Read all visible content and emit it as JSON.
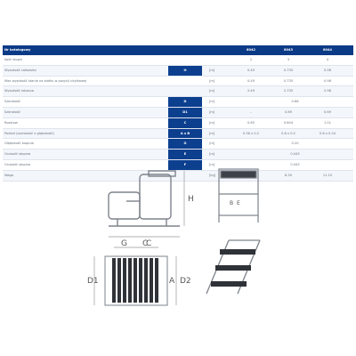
{
  "table": {
    "header": {
      "label": "Nr katalogowy",
      "v1": "8042",
      "v2": "8043",
      "v3": "8044"
    },
    "rows": [
      {
        "label": "Ilość stopni",
        "code": "",
        "unit": "",
        "v1": "2",
        "v2": "3",
        "v3": "4"
      },
      {
        "label": "Wysokość całkowita",
        "code": "H",
        "unit": "[m]",
        "v1": "0.49",
        "v2": "0.735",
        "v3": "0.98"
      },
      {
        "label": "Max wysokość stania na stołku w pozycji użytkowej",
        "code": "",
        "unit": "[m]",
        "v1": "0.49",
        "v2": "0.735",
        "v3": "0.98"
      },
      {
        "label": "Wysokość robocza",
        "code": "",
        "unit": "[m]",
        "v1": "2.49",
        "v2": "2.735",
        "v3": "2.98"
      },
      {
        "label": "Szerokość",
        "code": "D",
        "unit": "[m]",
        "span": "0.66"
      },
      {
        "label": "Szerokość",
        "code": "D1",
        "unit": "[m]",
        "v1": "–",
        "v2": "0.69",
        "v3": "0.69"
      },
      {
        "label": "Rozstaw",
        "code": "C",
        "unit": "[m]",
        "v1": "0.65",
        "v2": "0.844",
        "v3": "1.01"
      },
      {
        "label": "Podest (szerokość x głębokość)",
        "code": "A x B",
        "unit": "[m]",
        "v1": "0.56 x 0.2",
        "v2": "0.6 x 0.2",
        "v3": "0.6 x 0.24"
      },
      {
        "label": "Głębokość stopnia",
        "code": "G",
        "unit": "[m]",
        "span": "0.20"
      },
      {
        "label": "Grubość stopnia",
        "code": "E",
        "unit": "[m]",
        "span": "0.045"
      },
      {
        "label": "Grubość stopnia",
        "code": "F",
        "unit": "[m]",
        "span": "0.045"
      },
      {
        "label": "Waga",
        "code": "",
        "unit": "[kg]",
        "v1": "5.30",
        "v2": "8.30",
        "v3": "11.10"
      }
    ]
  },
  "drawings": {
    "side_labels": {
      "H": "H",
      "C": "C"
    },
    "front_labels": {
      "B": "B",
      "E": "E"
    },
    "top_labels": {
      "G": "G",
      "C": "C",
      "D1": "D1",
      "A": "A",
      "D2": "D2"
    }
  }
}
